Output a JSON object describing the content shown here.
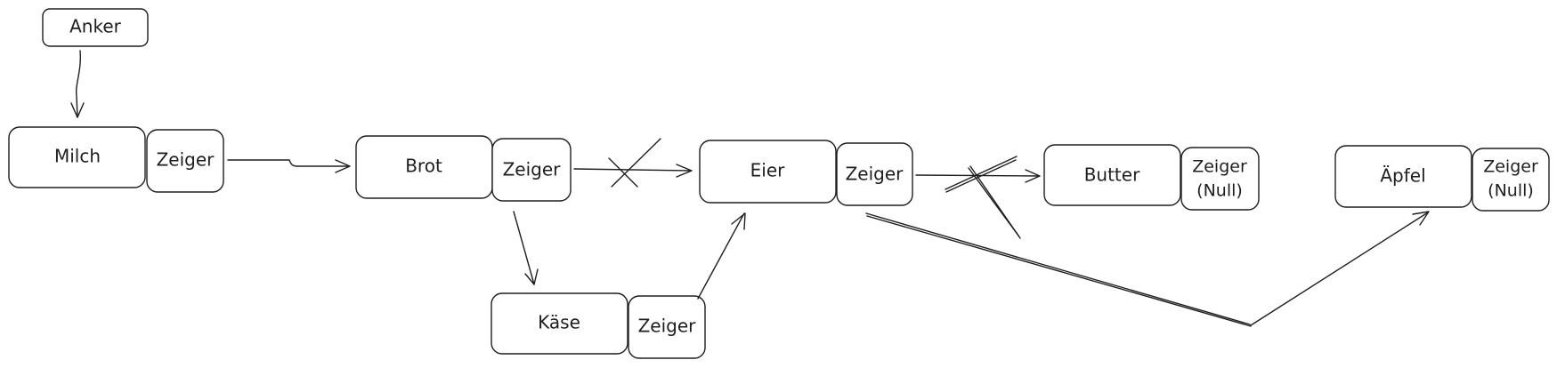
{
  "diagram": {
    "anchor": {
      "label": "Anker"
    },
    "nodes": [
      {
        "id": "milch",
        "value": "Milch",
        "pointer": "Zeiger"
      },
      {
        "id": "brot",
        "value": "Brot",
        "pointer": "Zeiger"
      },
      {
        "id": "kaese",
        "value": "Käse",
        "pointer": "Zeiger"
      },
      {
        "id": "eier",
        "value": "Eier",
        "pointer": "Zeiger"
      },
      {
        "id": "butter",
        "value": "Butter",
        "pointer_line1": "Zeiger",
        "pointer_line2": "(Null)"
      },
      {
        "id": "aepfel",
        "value": "Äpfel",
        "pointer_line1": "Zeiger",
        "pointer_line2": "(Null)"
      }
    ]
  }
}
